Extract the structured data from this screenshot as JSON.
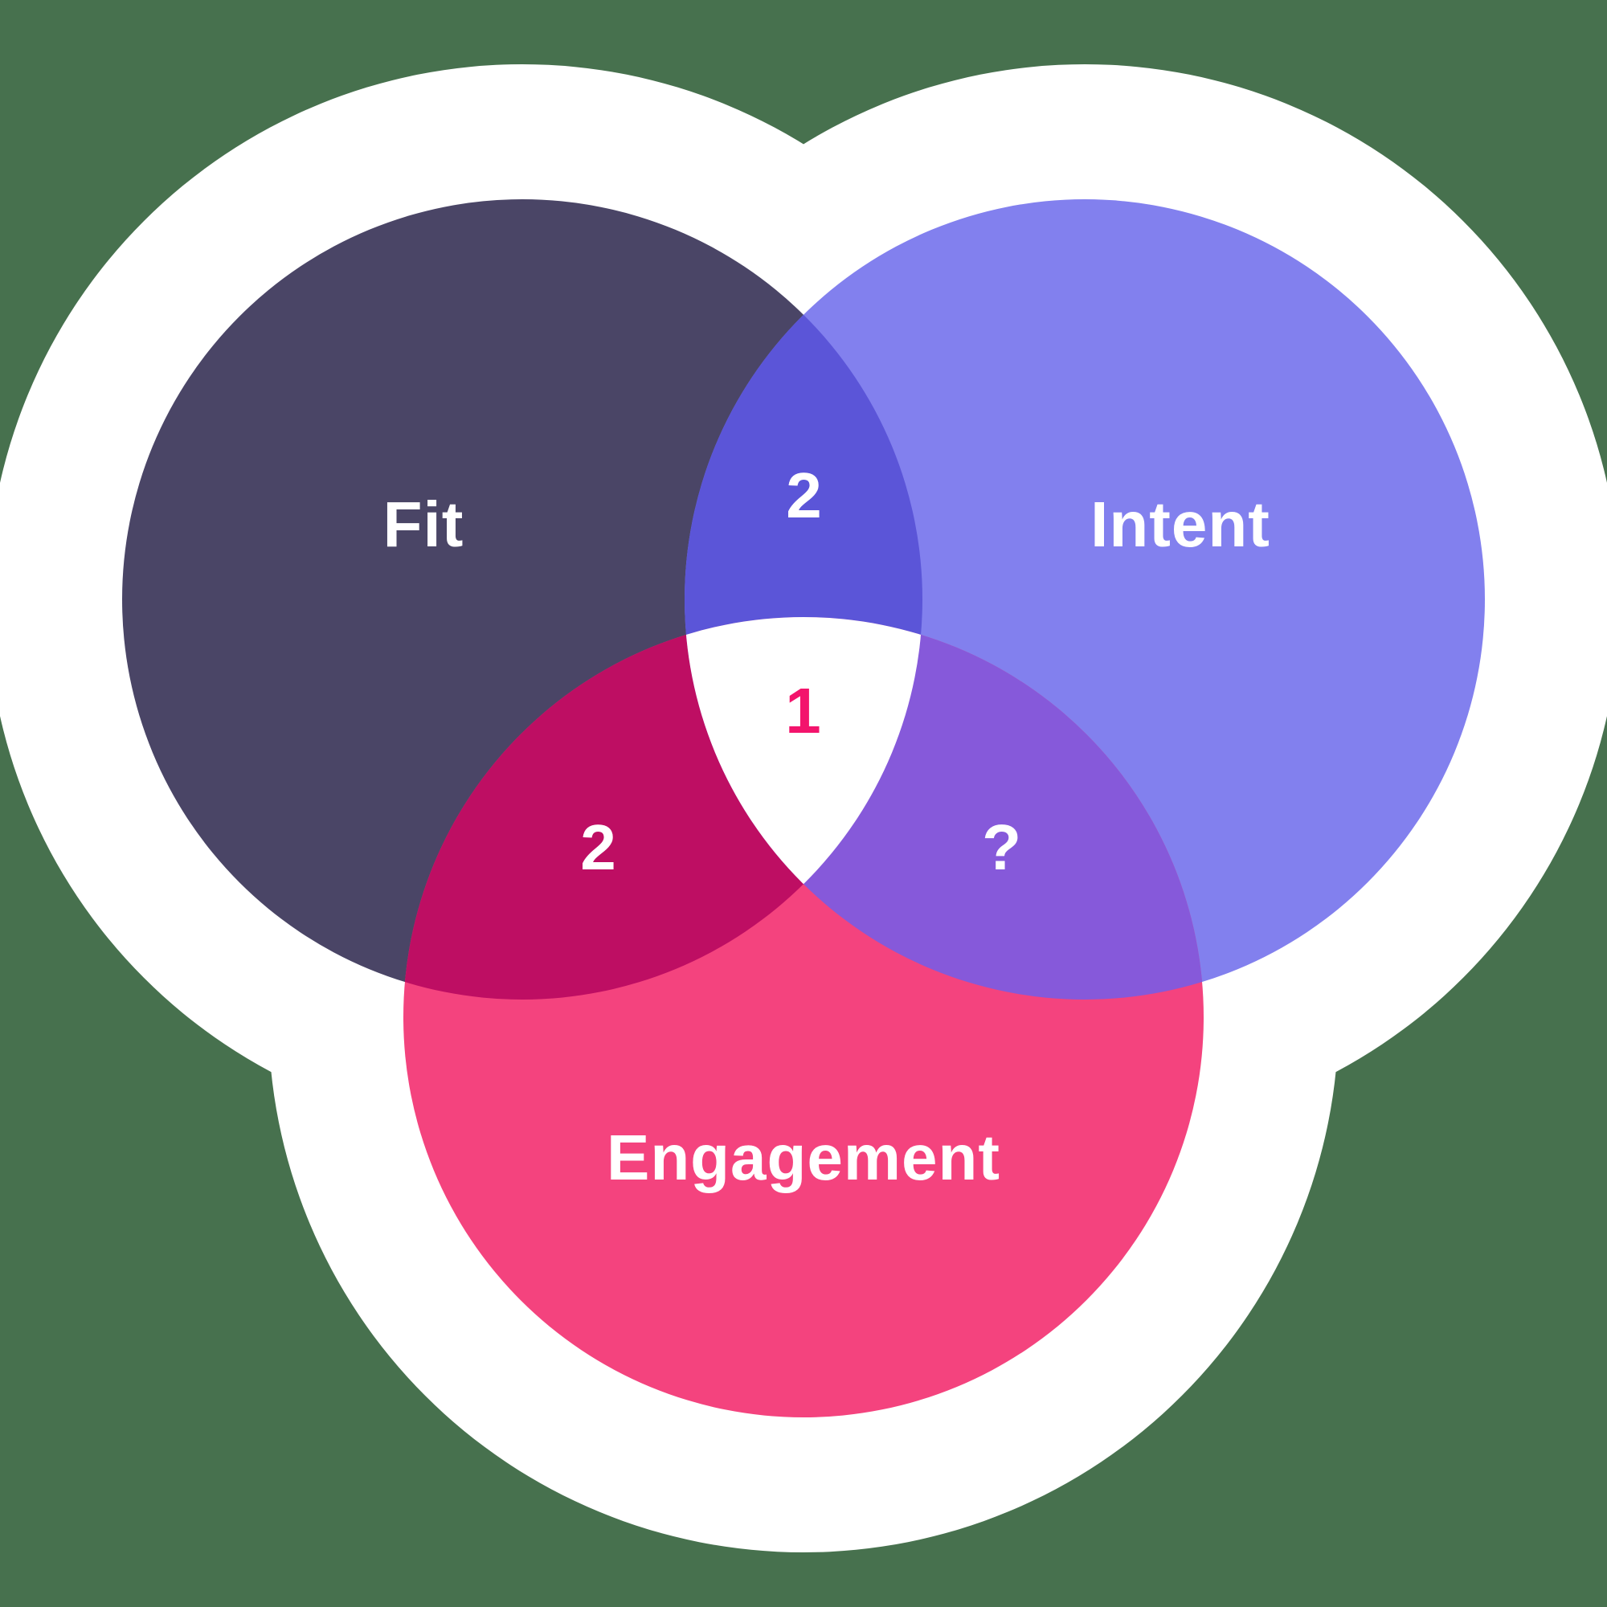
{
  "diagram": {
    "type": "venn",
    "background_color": "#47714E",
    "sticker_outline_color": "#FFFFFF",
    "label_text_color": "#FFFFFF",
    "sets": [
      {
        "id": "fit",
        "label": "Fit",
        "color": "#4A4566"
      },
      {
        "id": "intent",
        "label": "Intent",
        "color": "#8280EE"
      },
      {
        "id": "engagement",
        "label": "Engagement",
        "color": "#F4437E"
      }
    ],
    "overlaps": {
      "fit_intent": {
        "value": "2",
        "color": "#5B55D8",
        "text_color": "#FFFFFF"
      },
      "fit_engagement": {
        "value": "2",
        "color": "#BE0E63",
        "text_color": "#FFFFFF"
      },
      "intent_engagement": {
        "value": "?",
        "color": "#8659DA",
        "text_color": "#FFFFFF"
      },
      "center": {
        "value": "1",
        "color": "#FFFFFF",
        "text_color": "#F3146C"
      }
    }
  }
}
